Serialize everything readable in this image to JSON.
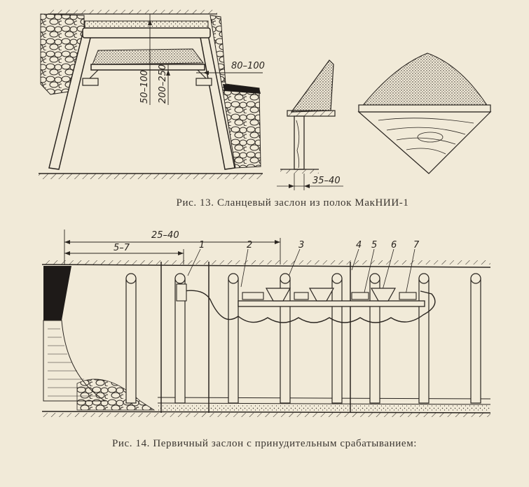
{
  "figure13": {
    "caption": "Рис. 13. Сланцевый заслон из полок МакНИИ-1",
    "dims": {
      "d1": "80–100",
      "d2": "50–100",
      "d3": "200–250",
      "d4": "35–40"
    }
  },
  "figure14": {
    "caption": "Рис. 14. Первичный заслон с принудительным срабатыванием:",
    "dims": {
      "d1": "25–40",
      "d2": "5–7"
    },
    "labels": [
      "1",
      "2",
      "3",
      "4",
      "5",
      "6",
      "7"
    ]
  },
  "colors": {
    "paper": "#f1ead8",
    "ink": "#2a2520",
    "coal": "#1e1a18"
  }
}
